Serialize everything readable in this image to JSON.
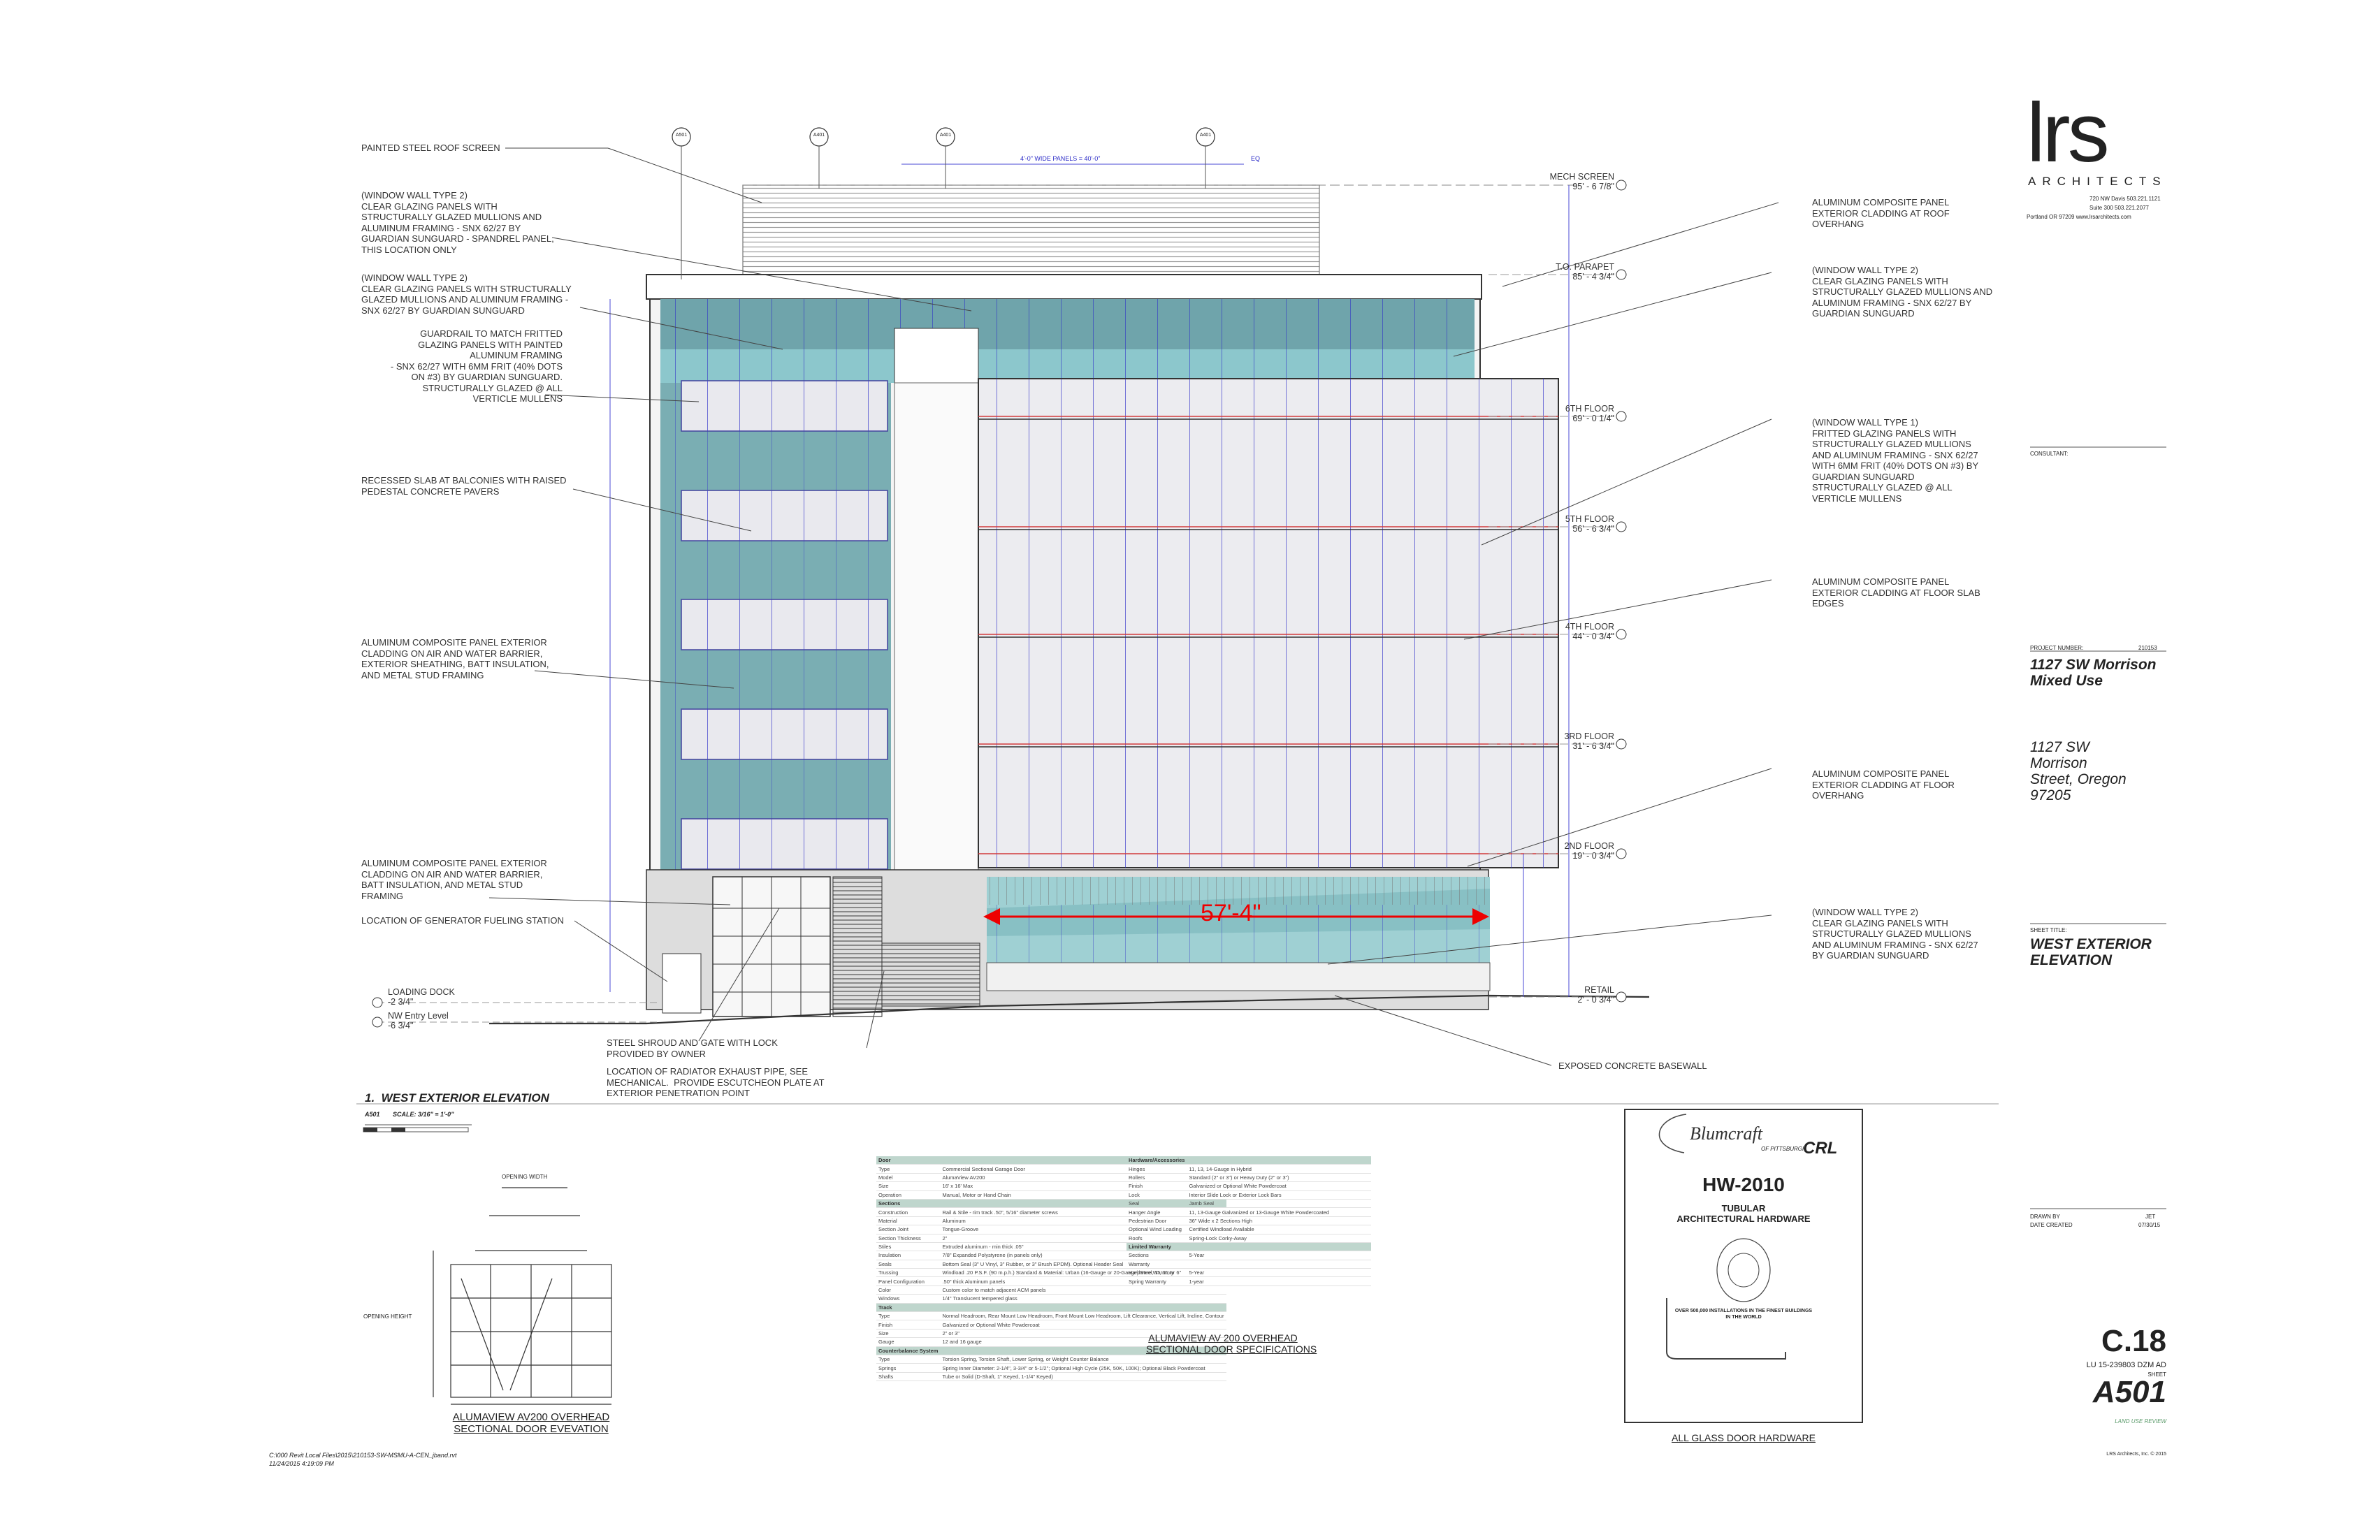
{
  "firm": {
    "name": "lrs",
    "sub": "ARCHITECTS",
    "addr1": "720 NW Davis   503.221.1121",
    "addr2": "Suite 300   503.221.2077",
    "addr3": "Portland OR 97209   www.lrsarchitects.com"
  },
  "title_block": {
    "consultant_label": "CONSULTANT:",
    "project_number_label": "PROJECT NUMBER:",
    "project_number": "210153",
    "project_name": "1127 SW Morrison\nMixed Use",
    "address": "1127 SW\nMorrison\nStreet, Oregon\n97205",
    "sheet_title_label": "SHEET TITLE:",
    "sheet_title": "WEST EXTERIOR\nELEVATION",
    "drawn_by_label": "DRAWN BY",
    "drawn_by": "JET",
    "date_created_label": "DATE CREATED",
    "date_created": "07/30/15",
    "code": "C.18",
    "permit": "LU 15-239803 DZM AD",
    "sheet_label": "SHEET",
    "sheet_number": "A501",
    "status": "LAND USE REVIEW",
    "copyright": "LRS Architects, Inc. © 2015"
  },
  "file_path": "C:\\000 Revit Local Files\\2015\\210153-SW-MSMU-A-CEN_jband.rvt",
  "file_date": "11/24/2015 4:19:09 PM",
  "drawing": {
    "title": "WEST EXTERIOR ELEVATION",
    "number": "1.",
    "sheet_ref": "A501",
    "scale": "SCALE:  3/16\" = 1'-0\"",
    "dimension": "57'-4\"",
    "panel_dim": "4'-0\" WIDE PANELS = 40'-0\"",
    "roof_dim": "EQ",
    "grid_labels": [
      "A501",
      "A401",
      "A401",
      "A401"
    ]
  },
  "levels": [
    {
      "name": "MECH SCREEN",
      "elev": "95' - 6 7/8\""
    },
    {
      "name": "T.O. PARAPET",
      "elev": "85' - 4 3/4\""
    },
    {
      "name": "6TH FLOOR",
      "elev": "69' - 0 1/4\""
    },
    {
      "name": "5TH FLOOR",
      "elev": "56' - 6 3/4\""
    },
    {
      "name": "4TH FLOOR",
      "elev": "44' - 0 3/4\""
    },
    {
      "name": "3RD FLOOR",
      "elev": "31' - 6 3/4\""
    },
    {
      "name": "2ND FLOOR",
      "elev": "19' - 0 3/4\""
    },
    {
      "name": "RETAIL",
      "elev": "2' - 0 3/4\""
    }
  ],
  "left_levels": [
    {
      "name": "LOADING DOCK",
      "elev": "-2 3/4\""
    },
    {
      "name": "NW Entry Level",
      "elev": "-6 3/4\""
    }
  ],
  "notes_left": [
    "PAINTED STEEL ROOF SCREEN",
    "(WINDOW WALL TYPE 2)\nCLEAR GLAZING PANELS WITH\nSTRUCTURALLY GLAZED MULLIONS AND\nALUMINUM FRAMING - SNX 62/27 BY\nGUARDIAN SUNGUARD - SPANDREL PANEL,\nTHIS LOCATION ONLY",
    "(WINDOW WALL TYPE 2)\nCLEAR GLAZING PANELS WITH STRUCTURALLY\nGLAZED MULLIONS AND ALUMINUM FRAMING -\nSNX 62/27 BY GUARDIAN SUNGUARD",
    "GUARDRAIL TO MATCH FRITTED\nGLAZING PANELS WITH PAINTED\nALUMINUM FRAMING\n- SNX 62/27 WITH 6MM FRIT (40% DOTS\nON #3) BY GUARDIAN SUNGUARD.\nSTRUCTURALLY GLAZED @ ALL\nVERTICLE MULLENS",
    "RECESSED SLAB AT BALCONIES WITH RAISED\nPEDESTAL CONCRETE PAVERS",
    "ALUMINUM COMPOSITE PANEL EXTERIOR\nCLADDING ON AIR AND WATER BARRIER,\nEXTERIOR SHEATHING, BATT INSULATION,\nAND METAL STUD FRAMING",
    "ALUMINUM COMPOSITE PANEL EXTERIOR\nCLADDING ON AIR AND WATER BARRIER,\nBATT INSULATION, AND METAL STUD\nFRAMING",
    "LOCATION OF GENERATOR FUELING STATION"
  ],
  "notes_right": [
    "ALUMINUM COMPOSITE PANEL\nEXTERIOR CLADDING AT ROOF\nOVERHANG",
    "(WINDOW WALL TYPE 2)\nCLEAR GLAZING PANELS WITH\nSTRUCTURALLY GLAZED MULLIONS AND\nALUMINUM FRAMING - SNX 62/27 BY\nGUARDIAN SUNGUARD",
    "(WINDOW WALL TYPE 1)\nFRITTED GLAZING PANELS WITH\nSTRUCTURALLY GLAZED MULLIONS\nAND ALUMINUM FRAMING - SNX 62/27\nWITH 6MM FRIT (40% DOTS ON #3) BY\nGUARDIAN SUNGUARD\nSTRUCTURALLY GLAZED @ ALL\nVERTICLE MULLENS",
    "ALUMINUM COMPOSITE PANEL\nEXTERIOR CLADDING AT FLOOR SLAB\nEDGES",
    "ALUMINUM COMPOSITE PANEL\nEXTERIOR CLADDING AT FLOOR\nOVERHANG",
    "(WINDOW WALL TYPE 2)\nCLEAR GLAZING PANELS WITH\nSTRUCTURALLY GLAZED MULLIONS\nAND ALUMINUM FRAMING - SNX 62/27\nBY GUARDIAN SUNGUARD"
  ],
  "notes_bottom": [
    "STEEL SHROUD AND GATE WITH LOCK\nPROVIDED BY OWNER",
    "LOCATION OF RADIATOR EXHAUST PIPE, SEE\nMECHANICAL.  PROVIDE ESCUTCHEON PLATE AT\nEXTERIOR PENETRATION POINT",
    "EXPOSED CONCRETE BASEWALL"
  ],
  "door_detail": {
    "caption": "ALUMAVIEW AV200 OVERHEAD\nSECTIONAL DOOR EVEVATION",
    "opening_width": "OPENING WIDTH",
    "opening_height": "OPENING HEIGHT"
  },
  "spec_caption": "ALUMAVIEW AV 200 OVERHEAD\nSECTIONAL DOOR SPECIFICATIONS",
  "spec_left": [
    [
      "Door",
      ""
    ],
    [
      "Type",
      "Commercial Sectional Garage Door"
    ],
    [
      "Model",
      "AlumaView AV200"
    ],
    [
      "Size",
      "16' x 16' Max"
    ],
    [
      "Operation",
      "Manual, Motor or Hand Chain"
    ],
    [
      "Sections",
      ""
    ],
    [
      "Construction",
      "Rail & Stile - rim track .50\", 5/16\" diameter screws"
    ],
    [
      "Material",
      "Aluminum"
    ],
    [
      "Section Joint",
      "Tongue-Groove"
    ],
    [
      "Section Thickness",
      "2\""
    ],
    [
      "Stiles",
      "Extruded aluminum - min thick .05\""
    ],
    [
      "Insulation",
      "7/8\" Expanded Polystyrene (in panels only)"
    ],
    [
      "Seals",
      "Bottom Seal (3\" U Vinyl, 3\" Rubber, or 3\" Brush EPDM). Optional Header Seal"
    ],
    [
      "Trussing",
      "Windload .20 P.S.F. (90 m.p.h.) Standard & Material: Urban (16-Gauge or 20-Gauge) Steel, 1\", 3\", or 6\""
    ],
    [
      "Panel Configuration",
      ".50\" thick Aluminum panels"
    ],
    [
      "Color",
      "Custom color to match adjacent ACM panels"
    ],
    [
      "Windows",
      "1/4\" Translucent tempered glass"
    ],
    [
      "Track",
      ""
    ],
    [
      "Type",
      "Normal Headroom, Rear Mount Low Headroom, Front Mount Low Headroom, Lift Clearance, Vertical Lift, Incline, Contour"
    ],
    [
      "Finish",
      "Galvanized or Optional White Powdercoat"
    ],
    [
      "Size",
      "2\" or 3\""
    ],
    [
      "Gauge",
      "12 and 16 gauge"
    ],
    [
      "Counterbalance System",
      ""
    ],
    [
      "Type",
      "Torsion Spring, Torsion Shaft, Lower Spring, or Weight Counter Balance"
    ],
    [
      "Springs",
      "Spring Inner Diameter: 2-1/4\", 3-3/4\" or 5-1/2\"; Optional High Cycle (25K, 50K, 100K); Optional Black Powdercoat"
    ],
    [
      "Shafts",
      "Tube or Solid (D-Shaft, 1\" Keyed, 1-1/4\" Keyed)"
    ]
  ],
  "spec_right": [
    [
      "Hardware/Accessories",
      ""
    ],
    [
      "Hinges",
      "11, 13, 14-Gauge in Hybrid"
    ],
    [
      "Rollers",
      "Standard (2\" or 3\") or Heavy Duty (2\" or 3\")"
    ],
    [
      "Finish",
      "Galvanized or Optional White Powdercoat"
    ],
    [
      "Lock",
      "Interior Slide Lock or Exterior Lock Bars"
    ],
    [
      "Seal",
      "Jamb Seal"
    ],
    [
      "Hanger Angle",
      "11, 13-Gauge Galvanized or 13-Gauge White Powdercoated"
    ],
    [
      "Pedestrian Door",
      "36\" Wide x 2 Sections High"
    ],
    [
      "Optional Wind Loading",
      "Certified Windload Available"
    ],
    [
      "Roofs",
      "Spring-Lock Corky-Away"
    ],
    [
      "Limited Warranty",
      ""
    ],
    [
      "Sections",
      "5-Year"
    ],
    [
      "Warranty",
      ""
    ],
    [
      "Hardware Warranty",
      "5-Year"
    ],
    [
      "Spring Warranty",
      "1-year"
    ]
  ],
  "catalog": {
    "brand": "Blumcraft",
    "brand_sub": "OF PITTSBURGH",
    "crl": "CRL",
    "model": "HW-2010",
    "subtitle": "TUBULAR\nARCHITECTURAL HARDWARE",
    "tagline": "OVER 500,000 INSTALLATIONS IN THE FINEST BUILDINGS\nIN THE WORLD",
    "caption": "ALL GLASS DOOR HARDWARE"
  }
}
